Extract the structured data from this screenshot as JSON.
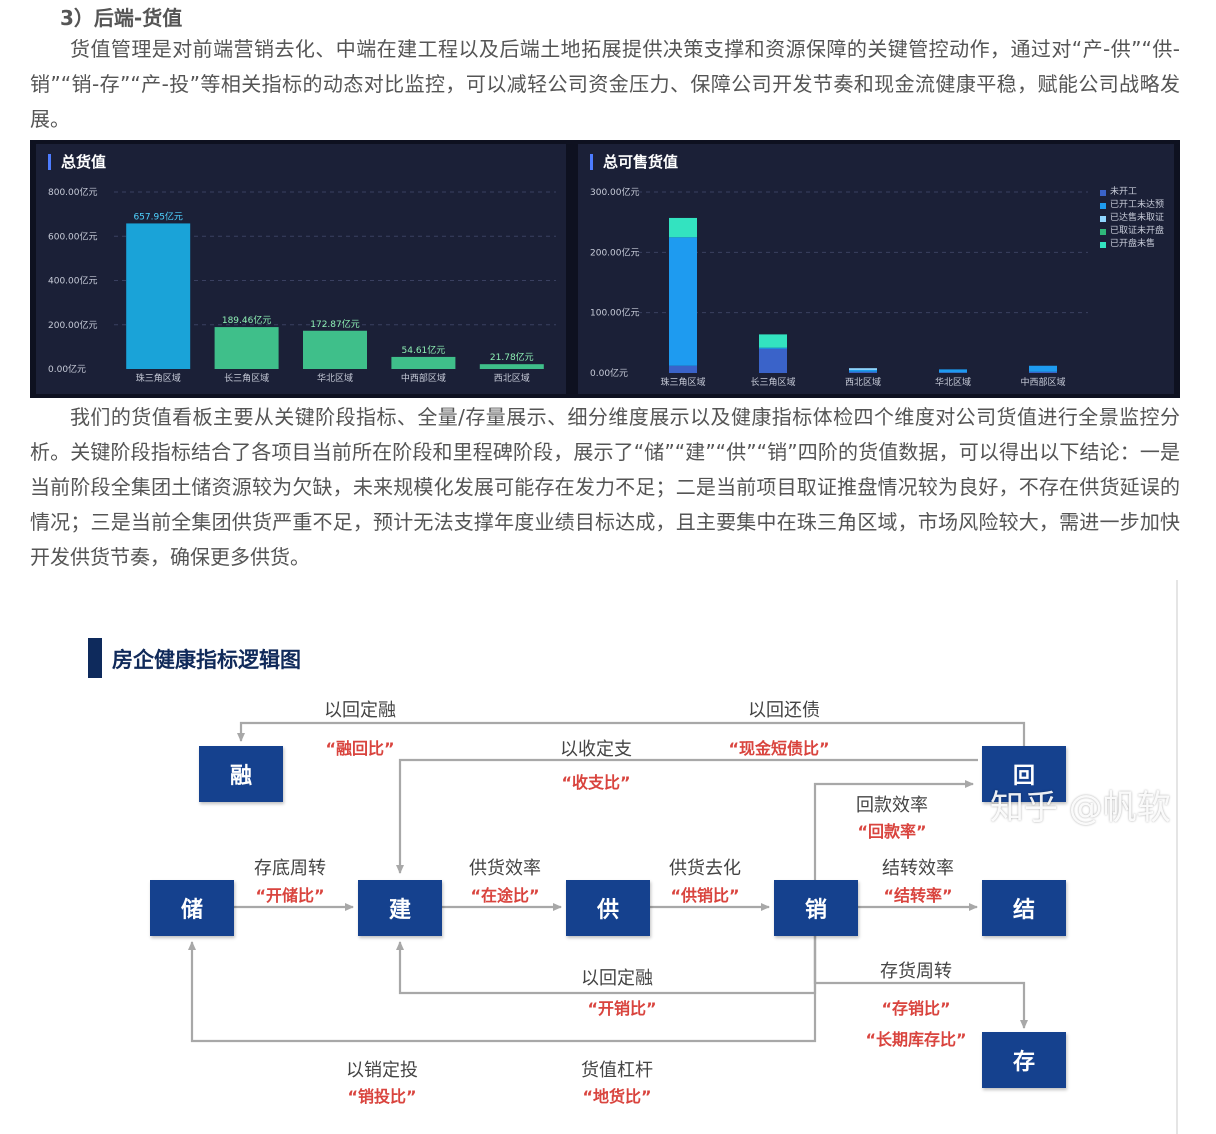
{
  "section_heading": "3）后端-货值",
  "paragraph_1": "货值管理是对前端营销去化、中端在建工程以及后端土地拓展提供决策支撑和资源保障的关键管控动作，通过对“产-供”“供-销”“销-存”“产-投”等相关指标的动态对比监控，可以减轻公司资金压力、保障公司开发节奏和现金流健康平稳，赋能公司战略发展。",
  "paragraph_2": "我们的货值看板主要从关键阶段指标、全量/存量展示、细分维度展示以及健康指标体检四个维度对公司货值进行全景监控分析。关键阶段指标结合了各项目当前所在阶段和里程碑阶段，展示了“储”“建”“供”“销”四阶的货值数据，可以得出以下结论：一是当前阶段全集团土储资源较为欠缺，未来规模化发展可能存在发力不足；二是当前项目取证推盘情况较为良好，不存在供货延误的情况；三是当前全集团供货严重不足，预计无法支撑年度业绩目标达成，且主要集中在珠三角区域，市场风险较大，需进一步加快开发供货节奏，确保更多供货。",
  "chart_data": [
    {
      "type": "bar",
      "title": "总货值",
      "categories": [
        "珠三角区域",
        "长三角区域",
        "华北区域",
        "中西部区域",
        "西北区域"
      ],
      "values": [
        657.95,
        189.46,
        172.87,
        54.61,
        21.78
      ],
      "data_labels": [
        "657.95亿元",
        "189.46亿元",
        "172.87亿元",
        "54.61亿元",
        "21.78亿元"
      ],
      "yticks": [
        "0.00亿元",
        "200.00亿元",
        "400.00亿元",
        "600.00亿元",
        "800.00亿元"
      ],
      "ylim": [
        0,
        800
      ],
      "grid": true,
      "colors": [
        "#1aa3d8",
        "#3fbf8a",
        "#3fbf8a",
        "#3fbf8a",
        "#3fbf8a"
      ]
    },
    {
      "type": "bar",
      "stacked": true,
      "title": "总可售货值",
      "categories": [
        "珠三角区域",
        "长三角区域",
        "西北区域",
        "华北区域",
        "中西部区域"
      ],
      "yticks": [
        "0.00亿元",
        "100.00亿元",
        "200.00亿元",
        "300.00亿元"
      ],
      "ylim": [
        0,
        300
      ],
      "grid": true,
      "legend_position": "top-right",
      "series": [
        {
          "name": "未开工",
          "color": "#3a63c9",
          "values": [
            12,
            40,
            2,
            1,
            2
          ]
        },
        {
          "name": "已开工未达预",
          "color": "#1e9bf0",
          "values": [
            213,
            2,
            3,
            5,
            10
          ]
        },
        {
          "name": "已达售未取证",
          "color": "#8fd6ff",
          "values": [
            0,
            0,
            3,
            0,
            0
          ]
        },
        {
          "name": "已取证未开盘",
          "color": "#2fb87a",
          "values": [
            0,
            0,
            0,
            0,
            0
          ]
        },
        {
          "name": "已开盘未售",
          "color": "#33e3c0",
          "values": [
            32,
            22,
            0,
            0,
            0
          ]
        }
      ]
    }
  ],
  "diagram": {
    "title": "房企健康指标逻辑图",
    "nodes": {
      "rong": "融",
      "hui": "回",
      "chu": "储",
      "jian": "建",
      "gong": "供",
      "xiao": "销",
      "jie": "结",
      "cun": "存"
    },
    "labels": {
      "yihui_dingrong_top": "以回定融",
      "ronghuibi": "“融回比”",
      "yihui_huanzhai": "以回还债",
      "xianjin_duanzhaibi": "“现金短债比”",
      "yishou_dingzhi": "以收定支",
      "shouzhibi": "“收支比”",
      "huikuan_xiaolv": "回款效率",
      "huikuanlv": "“回款率”",
      "cundi_zhouzhuan": "存底周转",
      "kaichubi": "“开储比”",
      "gonghuo_xiaolv": "供货效率",
      "zaitubi": "“在途比”",
      "gonghuo_quhua": "供货去化",
      "gongxiaobi": "“供销比”",
      "jiezhuan_xiaolv": "结转效率",
      "jiezhuanlv": "“结转率”",
      "yihui_dingrong_mid": "以回定融",
      "kaixiaobi": "“开销比”",
      "cunhuo_zhouzhuan": "存货周转",
      "cunxiaobi": "“存销比”",
      "changqi_kucunbi": "“长期库存比”",
      "yixiao_dingtou": "以销定投",
      "xiaotoubi": "“销投比”",
      "huozhi_ganggan": "货值杠杆",
      "dihuobi": "“地货比”"
    }
  },
  "watermark": "知乎 @帆软"
}
